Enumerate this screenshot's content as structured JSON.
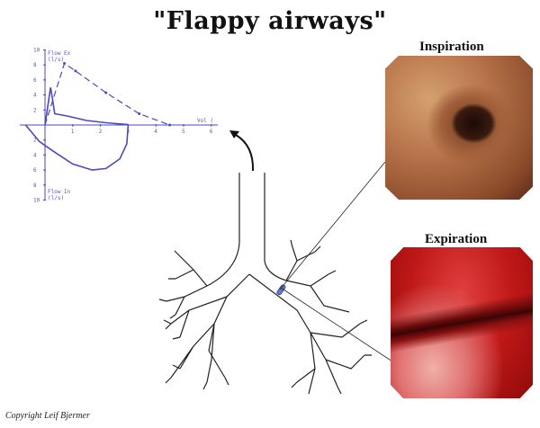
{
  "title": "\"Flappy airways\"",
  "photos": {
    "inspiration_label": "Inspiration",
    "expiration_label": "Expiration"
  },
  "copyright": "Copyright Leif Bjermer",
  "colors": {
    "chart_line": "#4a4ac0",
    "marker": "#5a7ad8",
    "text": "#111111"
  },
  "chart_data": {
    "type": "line",
    "ylabel_top": "Flow Ex",
    "ylabel_top_unit": "(l/s)",
    "ylabel_bottom": "Flow In",
    "ylabel_bottom_unit": "(l/s)",
    "xlabel": "Vol (",
    "xlim": [
      -1,
      6.2
    ],
    "ylim": [
      -10,
      10
    ],
    "x_ticks": [
      "1",
      "2",
      "3",
      "4",
      "5",
      "6"
    ],
    "y_ticks": [
      "10",
      "8",
      "6",
      "4",
      "2",
      "2",
      "4",
      "6",
      "8",
      "10"
    ],
    "series": [
      {
        "style": "dashed",
        "points": [
          [
            0,
            0
          ],
          [
            0.7,
            8.2
          ],
          [
            1.1,
            7.2
          ],
          [
            2.2,
            4.3
          ],
          [
            3.4,
            1.5
          ],
          [
            4.5,
            0
          ]
        ]
      },
      {
        "style": "solid",
        "points": [
          [
            0,
            0
          ],
          [
            0.1,
            2.5
          ],
          [
            0.2,
            5
          ],
          [
            0.27,
            3.5
          ],
          [
            0.35,
            1.5
          ],
          [
            0.8,
            1.2
          ],
          [
            1.5,
            0.6
          ],
          [
            2.2,
            0.3
          ],
          [
            3,
            0.05
          ]
        ]
      },
      {
        "style": "solid",
        "points": [
          [
            3,
            0
          ],
          [
            2.95,
            -2.5
          ],
          [
            2.7,
            -4.5
          ],
          [
            2.2,
            -5.8
          ],
          [
            1.7,
            -6
          ],
          [
            1.0,
            -5.2
          ],
          [
            0.3,
            -3.5
          ],
          [
            -0.2,
            -2.2
          ],
          [
            -0.7,
            0
          ]
        ]
      }
    ]
  }
}
